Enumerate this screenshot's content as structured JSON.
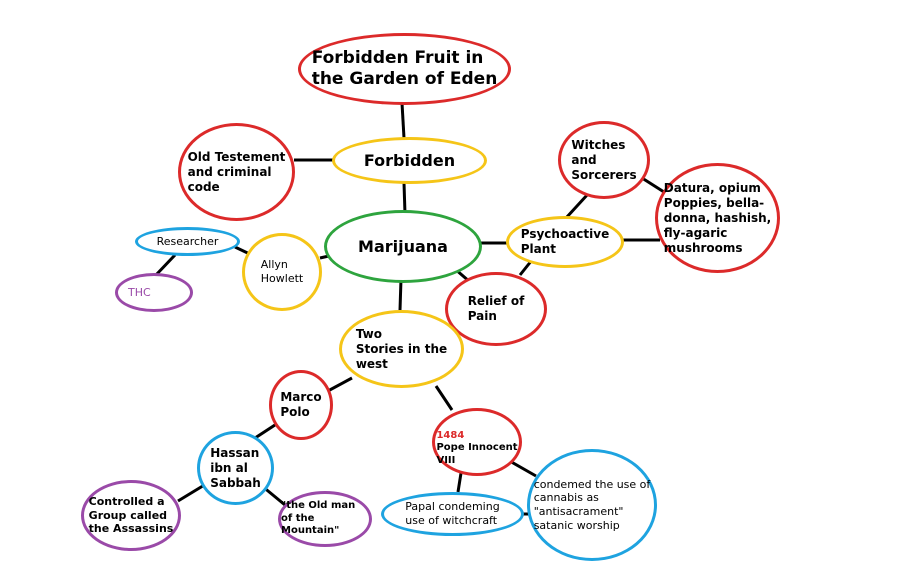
{
  "nodes": {
    "garden": {
      "text": "Forbidden Fruit in\nthe Garden of Eden"
    },
    "forbidden": {
      "text": "Forbidden"
    },
    "old_testament": {
      "text": "Old Testement\nand criminal\ncode"
    },
    "marijuana": {
      "text": "Marijuana"
    },
    "witches": {
      "text": "Witches\nand\nSorcerers"
    },
    "datura": {
      "text": "Datura, opium\nPoppies, bella-\ndonna, hashish,\nfly-agaric\nmushrooms"
    },
    "psychoactive": {
      "text": "Psychoactive\nPlant"
    },
    "relief": {
      "text": "Relief of\nPain"
    },
    "researcher": {
      "text": "Researcher"
    },
    "allyn": {
      "text": "Allyn\nHowlett"
    },
    "thc": {
      "text": "THC"
    },
    "two_stories": {
      "text": "Two\nStories in the\nwest"
    },
    "marco_polo": {
      "text": "Marco\nPolo"
    },
    "pope": {
      "year": "1484",
      "text": "Pope Innocent\nVIII"
    },
    "hassan": {
      "text": "Hassan\nibn al\nSabbah"
    },
    "condemned": {
      "text": "condemed the use of\ncannabis as\n\"antisacrament\"\nsatanic worship"
    },
    "papal": {
      "text": "Papal condeming\nuse of witchcraft"
    },
    "assassins": {
      "text": "Controlled a\nGroup called\nthe Assassins"
    },
    "old_man": {
      "text": "\"the Old man\nof the Mountain\""
    }
  },
  "colors": {
    "red": "#dc2a2a",
    "yellow": "#f5c518",
    "green": "#2ea43e",
    "blue": "#1ea3e0",
    "purple": "#9a4aa8",
    "line": "#000000"
  }
}
